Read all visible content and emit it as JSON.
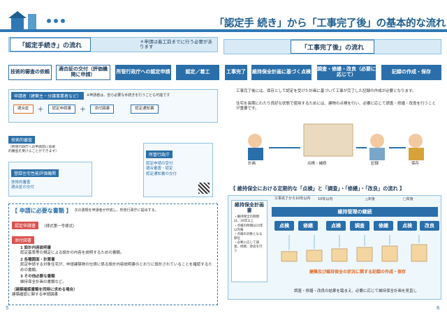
{
  "header": {
    "title": "「認定手 続き」から「工事完了後」の基本的な流れ"
  },
  "flow": {
    "banner_left": "「認定手続き」の流れ",
    "note": "＊申請は着工前までに行う必要があります",
    "banner_right": "「工事完了後」の流れ",
    "steps": [
      "技術的審査の依頼",
      "適合証の交付（評価機関に申請）",
      "所管行政庁への認定申請",
      "認定／着工",
      "工事完了",
      "維持保全計画に基づく点検",
      "調査・修繕・改良（必要に応じて）",
      "記録の作成・保存"
    ]
  },
  "left": {
    "applicant": "申請者（建築主・分譲事業者など）",
    "applicant_note": "※申請者は、自ら必要な手続きを行うことも可能です",
    "item1": "適合証",
    "item2": "認定申請書",
    "item3": "添付図書",
    "item4": "認定通知書",
    "tech": "技術的審査",
    "tech_note": "（所管行政庁への申請前に技術的審査を受けることができます）",
    "agency": "登録住宅性能評価機関",
    "agency_lines": [
      "技術的審査",
      "適合証の交付"
    ],
    "gov": "所管行政庁",
    "gov_lines": [
      "認定申請の受付",
      "適合審査・認定",
      "認定通知書の交付"
    ],
    "docs_title": "【 申請に必要な書類 】",
    "docs_intro": "次の書類を申請者が作成し、所管行政庁に提出する。",
    "doc_a": "認定申請書",
    "doc_a_note": "（様式第一号様式）",
    "doc_b": "添付図書",
    "doc_items": [
      {
        "no": "1",
        "head": "設計内容説明書",
        "text": "認定基準等の規定による設計の内容を説明するための書類。"
      },
      {
        "no": "2",
        "head": "各種図面・計算書",
        "text": "認定申請する対象住宅が、申請建築物の仕様に係る設計内容説明書のとおりに設計されていることを確認するための書類。"
      },
      {
        "no": "3",
        "head": "その他必要な書類",
        "text": "維持保全計画の書類など。"
      }
    ],
    "docs_footer": "（建築確認書類を同時に求める場合）",
    "docs_footer2": "建築確認に関する申請図書"
  },
  "right": {
    "para1": "工事完了後には、保存として認定を受けた計画に基づいて工事が完了した記録の作成が必要となります。",
    "para2": "住宅を長期にわたり良好な状態で使用するためには、建物の点検を行い、必要に応じて調査・修繕・改良を行うことが重要です。",
    "figure_labels": [
      "計画",
      "点検・補修",
      "記録",
      "保存"
    ],
    "section_title": "【 維持保全における定期的な「点検」と「調査」・「修繕」・「改良」の流れ 】",
    "plan_title": "維持保全計画書",
    "plan_lines": [
      "・維持保全の期間は、30年以上",
      "・点検の時期は10年以内毎",
      "・点検の対象となる部位",
      "・必要に応じて調査、修繕、改良を行う"
    ],
    "timeline": [
      "工事完了から10年以内",
      "10年以内",
      "△年後",
      "□年後"
    ],
    "main_bar": "維持管理の継続",
    "chips": [
      "点検",
      "修繕",
      "点検",
      "調査",
      "修繕",
      "点検",
      "改良"
    ],
    "record_caption": "建築及び維持保全の状況に関する記録の作成・保存",
    "bottom_note": "調査・修繕・改良の結果を踏まえ、必要に応じて維持保全計画を見直し"
  },
  "pages": {
    "left": "5",
    "right": "6"
  }
}
